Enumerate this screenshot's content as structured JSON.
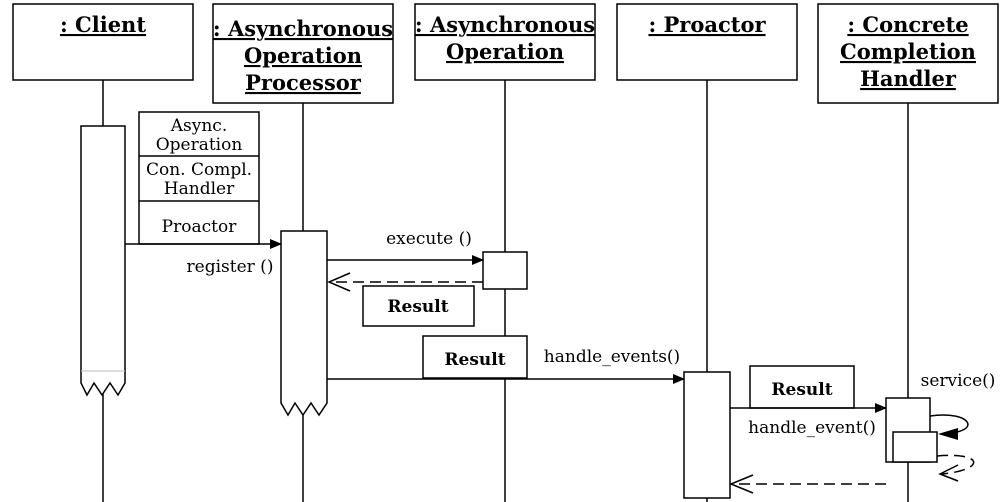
{
  "participants": {
    "client": {
      "lines": [
        ": Client"
      ]
    },
    "aop": {
      "lines": [
        ": Asynchronous",
        "Operation",
        "Processor"
      ]
    },
    "async_op": {
      "lines": [
        ": Asynchronous",
        "Operation"
      ]
    },
    "proactor": {
      "lines": [
        ": Proactor"
      ]
    },
    "cch": {
      "lines": [
        ": Concrete",
        "Completion",
        "Handler"
      ]
    }
  },
  "stack_box": {
    "async_op": [
      "Async.",
      "Operation"
    ],
    "handler": [
      "Con. Compl.",
      "Handler"
    ],
    "proactor": "Proactor"
  },
  "messages": {
    "register": "register ()",
    "execute": "execute ()",
    "result_return": "Result",
    "result_param": "Result",
    "handle_events": "handle_events()",
    "result_dispatch": "Result",
    "handle_event": "handle_event()",
    "service": "service()"
  }
}
